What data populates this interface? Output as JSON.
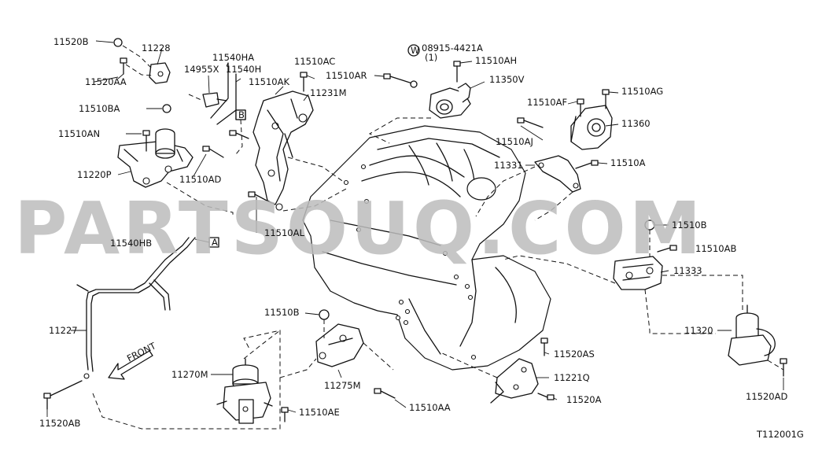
{
  "watermark": "PARTSOUQ.COM",
  "diagram_code": "T112001G",
  "front_label": "FRONT",
  "washer_note": "(1)",
  "box_labels": {
    "a": "A",
    "b": "B"
  },
  "labels": [
    {
      "id": "l-11520b",
      "text": "11520B"
    },
    {
      "id": "l-11228",
      "text": "11228"
    },
    {
      "id": "l-11520aa",
      "text": "11520AA"
    },
    {
      "id": "l-14955x",
      "text": "14955X"
    },
    {
      "id": "l-11540ha",
      "text": "11540HA"
    },
    {
      "id": "l-11540h",
      "text": "11540H"
    },
    {
      "id": "l-11510ak",
      "text": "11510AK"
    },
    {
      "id": "l-11510ac",
      "text": "11510AC"
    },
    {
      "id": "l-11231m",
      "text": "11231M"
    },
    {
      "id": "l-08915",
      "text": "08915-4421A"
    },
    {
      "id": "l-11510ar",
      "text": "11510AR"
    },
    {
      "id": "l-11510ah",
      "text": "11510AH"
    },
    {
      "id": "l-11350v",
      "text": "11350V"
    },
    {
      "id": "l-11510af",
      "text": "11510AF"
    },
    {
      "id": "l-11510ag",
      "text": "11510AG"
    },
    {
      "id": "l-11360",
      "text": "11360"
    },
    {
      "id": "l-11510aj",
      "text": "11510AJ"
    },
    {
      "id": "l-11331",
      "text": "11331"
    },
    {
      "id": "l-11510a",
      "text": "11510A"
    },
    {
      "id": "l-11510ba",
      "text": "11510BA"
    },
    {
      "id": "l-11510an",
      "text": "11510AN"
    },
    {
      "id": "l-11220p",
      "text": "11220P"
    },
    {
      "id": "l-11510ad",
      "text": "11510AD"
    },
    {
      "id": "l-11510al",
      "text": "11510AL"
    },
    {
      "id": "l-11540hb",
      "text": "11540HB"
    },
    {
      "id": "l-11510b-r",
      "text": "11510B"
    },
    {
      "id": "l-11510ab",
      "text": "11510AB"
    },
    {
      "id": "l-11333",
      "text": "11333"
    },
    {
      "id": "l-11320",
      "text": "11320"
    },
    {
      "id": "l-11520ad",
      "text": "11520AD"
    },
    {
      "id": "l-11227",
      "text": "11227"
    },
    {
      "id": "l-11510b-c",
      "text": "11510B"
    },
    {
      "id": "l-11520as",
      "text": "11520AS"
    },
    {
      "id": "l-11221q",
      "text": "11221Q"
    },
    {
      "id": "l-11520a",
      "text": "11520A"
    },
    {
      "id": "l-11270m",
      "text": "11270M"
    },
    {
      "id": "l-11275m",
      "text": "11275M"
    },
    {
      "id": "l-11510aa",
      "text": "11510AA"
    },
    {
      "id": "l-11510ae",
      "text": "11510AE"
    },
    {
      "id": "l-11520ab",
      "text": "11520AB"
    }
  ]
}
